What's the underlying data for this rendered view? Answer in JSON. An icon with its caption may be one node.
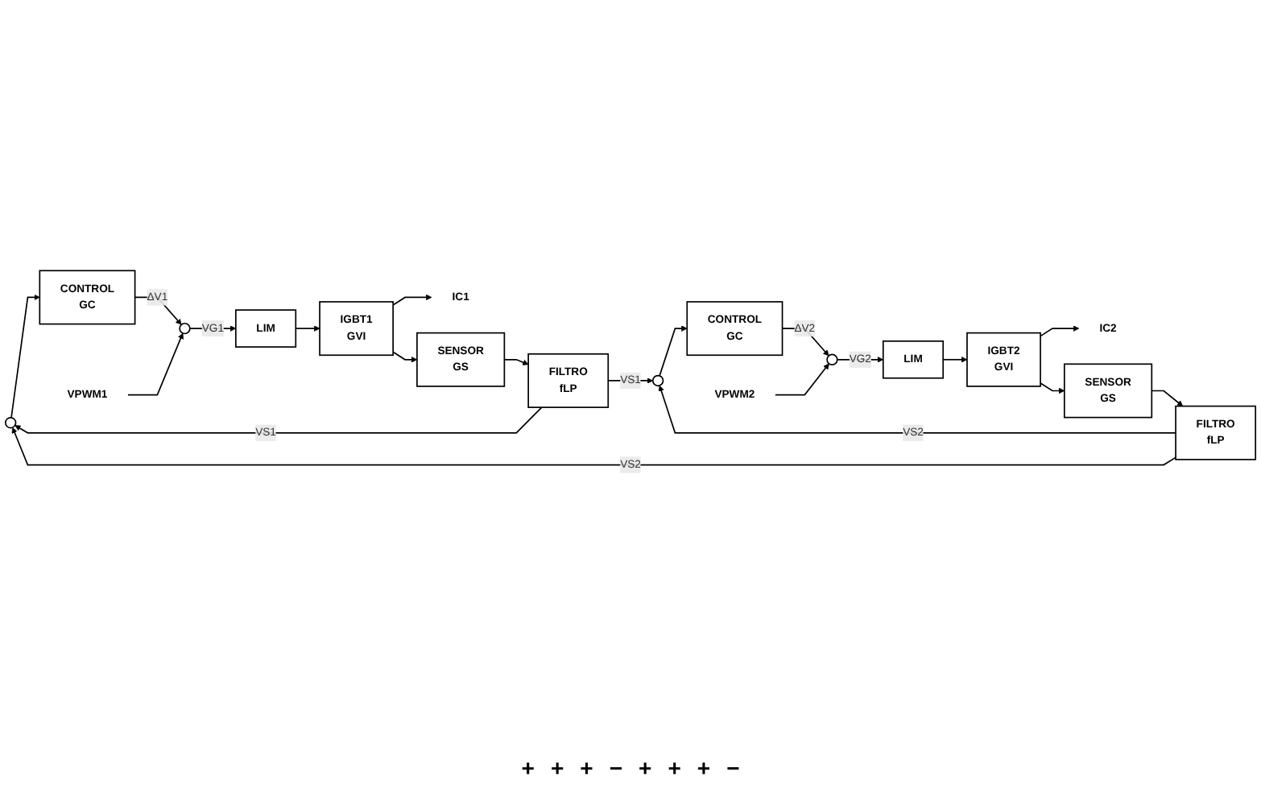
{
  "diagram": {
    "nodes": [
      {
        "text": [],
        "shape": "circle"
      },
      {
        "text": [
          "CONTROL",
          "GC"
        ]
      },
      {
        "text": [
          "VPWM1"
        ]
      },
      {
        "text": [],
        "shape": "circle"
      },
      {
        "text": [
          "LIM"
        ]
      },
      {
        "text": [
          "IGBT1",
          "GVI"
        ]
      },
      {
        "text": [
          "IC1"
        ]
      },
      {
        "text": [
          "SENSOR",
          "GS"
        ]
      },
      {
        "text": [
          "FILTRO",
          "fLP"
        ]
      },
      {
        "text": [],
        "shape": "circle"
      },
      {
        "text": [
          "CONTROL",
          "GC"
        ]
      },
      {
        "text": [
          "VPWM2"
        ]
      },
      {
        "text": [],
        "shape": "circle"
      },
      {
        "text": [
          "LIM"
        ]
      },
      {
        "text": [
          "IGBT2",
          "GVI"
        ]
      },
      {
        "text": [
          "IC2"
        ]
      },
      {
        "text": [
          "SENSOR",
          "GS"
        ]
      },
      {
        "text": [
          "FILTRO",
          "fLP"
        ]
      }
    ],
    "edges": [
      {
        "from": 0,
        "to": 1,
        "arrow": "to"
      },
      {
        "from": 1,
        "to": 3,
        "arrow": "to",
        "label": "ΔV1"
      },
      {
        "from": 2,
        "to": 3,
        "arrow": "to"
      },
      {
        "from": 3,
        "to": 4,
        "arrow": "to",
        "label": "VG1"
      },
      {
        "from": 4,
        "to": 5,
        "arrow": "to"
      },
      {
        "from": 5,
        "to": 6,
        "arrow": "to"
      },
      {
        "from": 5,
        "to": 7,
        "arrow": "to"
      },
      {
        "from": 7,
        "to": 8,
        "arrow": "to"
      },
      {
        "from": 8,
        "to": 0,
        "arrow": "to",
        "label": "VS1"
      },
      {
        "from": 8,
        "to": 9,
        "arrow": "to",
        "label": "VS1"
      },
      {
        "from": 9,
        "to": 10,
        "arrow": "to"
      },
      {
        "from": 10,
        "to": 12,
        "arrow": "to",
        "label": "ΔV2"
      },
      {
        "from": 11,
        "to": 12,
        "arrow": "to"
      },
      {
        "from": 12,
        "to": 13,
        "arrow": "to",
        "label": "VG2"
      },
      {
        "from": 13,
        "to": 14,
        "arrow": "to"
      },
      {
        "from": 14,
        "to": 15,
        "arrow": "to"
      },
      {
        "from": 14,
        "to": 16,
        "arrow": "to"
      },
      {
        "from": 16,
        "to": 17,
        "arrow": "to"
      },
      {
        "from": 17,
        "to": 9,
        "arrow": "to",
        "label": "VS2"
      },
      {
        "from": 17,
        "to": 0,
        "arrow": "to",
        "label": "VS2"
      }
    ],
    "labels": [
      "+",
      "+",
      "+",
      "−",
      "+",
      "+",
      "+",
      "−"
    ]
  }
}
